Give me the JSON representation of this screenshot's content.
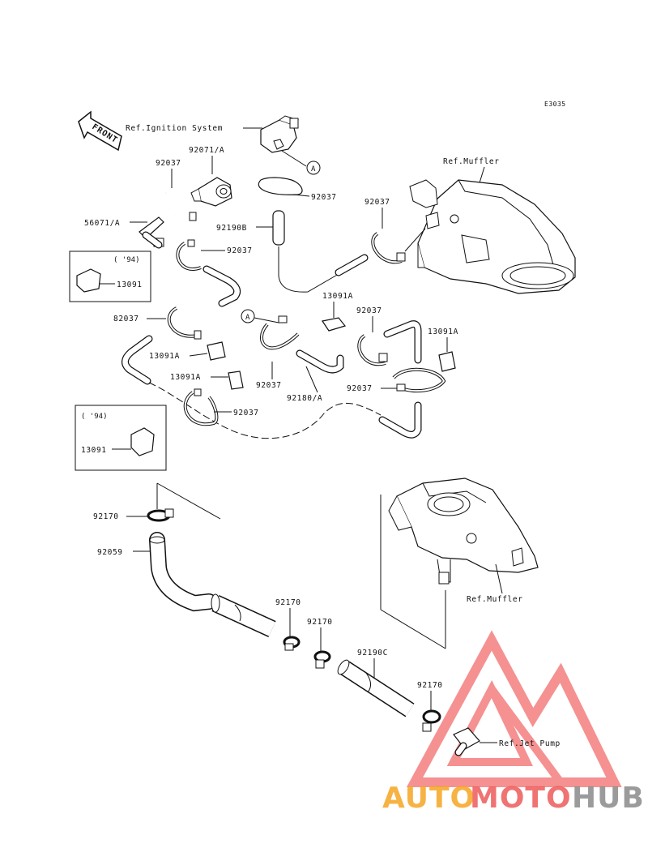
{
  "diagram_code": "E3035",
  "front_label": "FRONT",
  "references": {
    "ignition": "Ref.Ignition System",
    "muffler_top": "Ref.Muffler",
    "muffler_bottom": "Ref.Muffler",
    "jet_pump": "Ref.Jet Pump"
  },
  "parts": {
    "p92037_a": "92037",
    "p92071a": "92071/A",
    "p92037_b": "92037",
    "p92037_c": "92037",
    "p92190b": "92190B",
    "p56071a": "56071/A",
    "p92037_d": "92037",
    "p13091_box1": "13091",
    "p13091a_a": "13091A",
    "p92037_e": "92037",
    "p13091a_b": "13091A",
    "p82037": "82037",
    "p13091a_c": "13091A",
    "p13091a_d": "13091A",
    "p92037_f": "92037",
    "p92180a": "92180/A",
    "p92037_g": "92037",
    "p92037_h": "92037",
    "p13091_box2": "13091",
    "p92170_a": "92170",
    "p92059": "92059",
    "p92170_b": "92170",
    "p92170_c": "92170",
    "p92190c": "92190C",
    "p92170_d": "92170"
  },
  "year_notes": {
    "box1": "( '94)",
    "box2": "( '94)"
  },
  "callouts": {
    "a_top": "A",
    "a_mid": "A"
  },
  "watermark": {
    "part1": "AUTO",
    "part2": "MOTO",
    "part3": "HUB",
    "color_orange": "#F5A623",
    "color_red": "#EE5B5B",
    "color_gray": "#8A8A8A",
    "logo_color": "#F26D6D"
  }
}
